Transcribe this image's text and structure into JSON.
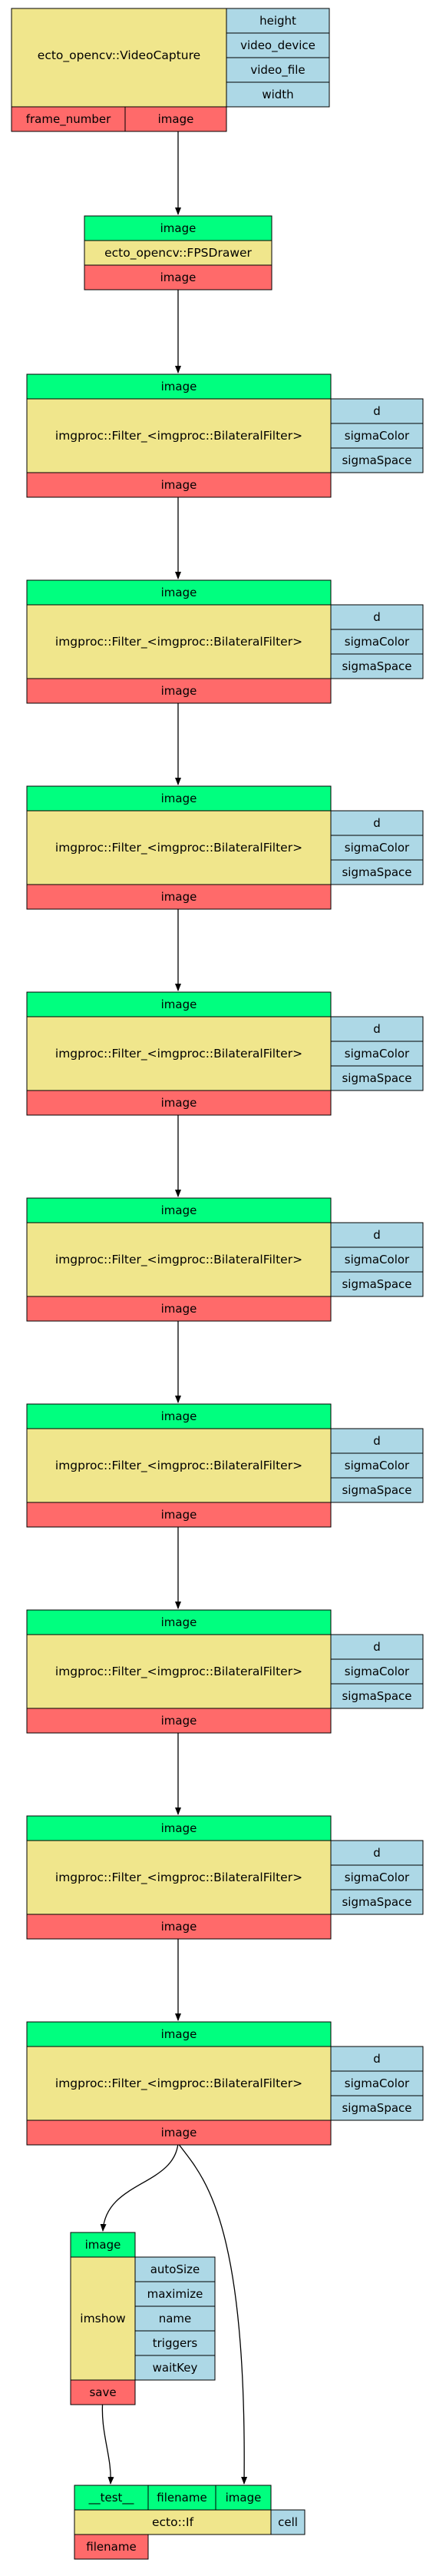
{
  "colors": {
    "input_port": "#00ff7f",
    "output_port": "#ff6a6a",
    "param": "#add8e6",
    "node_body": "#f0e68c",
    "edge": "#000000"
  },
  "video_capture": {
    "name": "ecto_opencv::VideoCapture",
    "params": [
      "height",
      "video_device",
      "video_file",
      "width"
    ],
    "outputs": [
      "frame_number",
      "image"
    ]
  },
  "fps_drawer": {
    "name": "ecto_opencv::FPSDrawer",
    "input": "image",
    "output": "image"
  },
  "filters": [
    {
      "name": "imgproc::Filter_<imgproc::BilateralFilter>",
      "input": "image",
      "output": "image",
      "params": [
        "d",
        "sigmaColor",
        "sigmaSpace"
      ]
    },
    {
      "name": "imgproc::Filter_<imgproc::BilateralFilter>",
      "input": "image",
      "output": "image",
      "params": [
        "d",
        "sigmaColor",
        "sigmaSpace"
      ]
    },
    {
      "name": "imgproc::Filter_<imgproc::BilateralFilter>",
      "input": "image",
      "output": "image",
      "params": [
        "d",
        "sigmaColor",
        "sigmaSpace"
      ]
    },
    {
      "name": "imgproc::Filter_<imgproc::BilateralFilter>",
      "input": "image",
      "output": "image",
      "params": [
        "d",
        "sigmaColor",
        "sigmaSpace"
      ]
    },
    {
      "name": "imgproc::Filter_<imgproc::BilateralFilter>",
      "input": "image",
      "output": "image",
      "params": [
        "d",
        "sigmaColor",
        "sigmaSpace"
      ]
    },
    {
      "name": "imgproc::Filter_<imgproc::BilateralFilter>",
      "input": "image",
      "output": "image",
      "params": [
        "d",
        "sigmaColor",
        "sigmaSpace"
      ]
    },
    {
      "name": "imgproc::Filter_<imgproc::BilateralFilter>",
      "input": "image",
      "output": "image",
      "params": [
        "d",
        "sigmaColor",
        "sigmaSpace"
      ]
    },
    {
      "name": "imgproc::Filter_<imgproc::BilateralFilter>",
      "input": "image",
      "output": "image",
      "params": [
        "d",
        "sigmaColor",
        "sigmaSpace"
      ]
    },
    {
      "name": "imgproc::Filter_<imgproc::BilateralFilter>",
      "input": "image",
      "output": "image",
      "params": [
        "d",
        "sigmaColor",
        "sigmaSpace"
      ]
    }
  ],
  "imshow": {
    "name": "imshow",
    "input": "image",
    "output": "save",
    "params": [
      "autoSize",
      "maximize",
      "name",
      "triggers",
      "waitKey"
    ]
  },
  "ecto_if": {
    "name": "ecto::If",
    "inputs": [
      "__test__",
      "filename",
      "image"
    ],
    "params": [
      "cell"
    ],
    "output": "filename"
  }
}
